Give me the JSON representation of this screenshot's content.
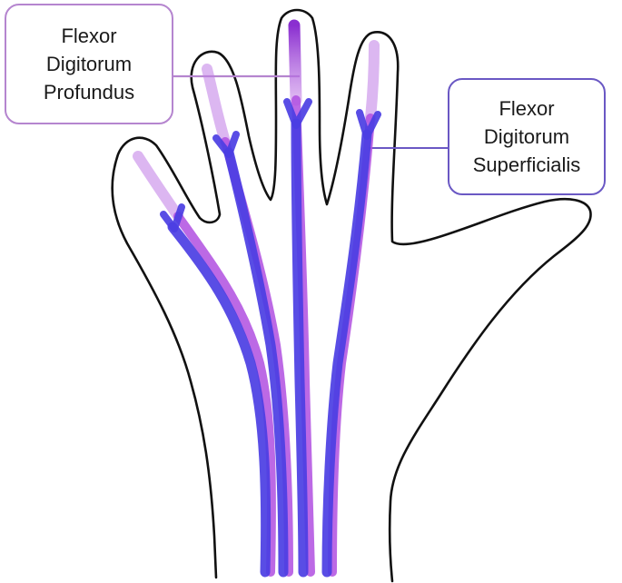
{
  "labels": {
    "profundus": {
      "lines": [
        "Flexor",
        "Digitorum",
        "Profundus"
      ],
      "color": "#b585cf"
    },
    "superficialis": {
      "lines": [
        "Flexor",
        "Digitorum",
        "Superficialis"
      ],
      "color": "#6a58c4"
    }
  },
  "colors": {
    "hand_outline": "#111111",
    "superficialis_tendon": "#4b3ee3",
    "profundus_tendon": "#b04fe0",
    "profundus_tip": "#9d3fd6"
  }
}
